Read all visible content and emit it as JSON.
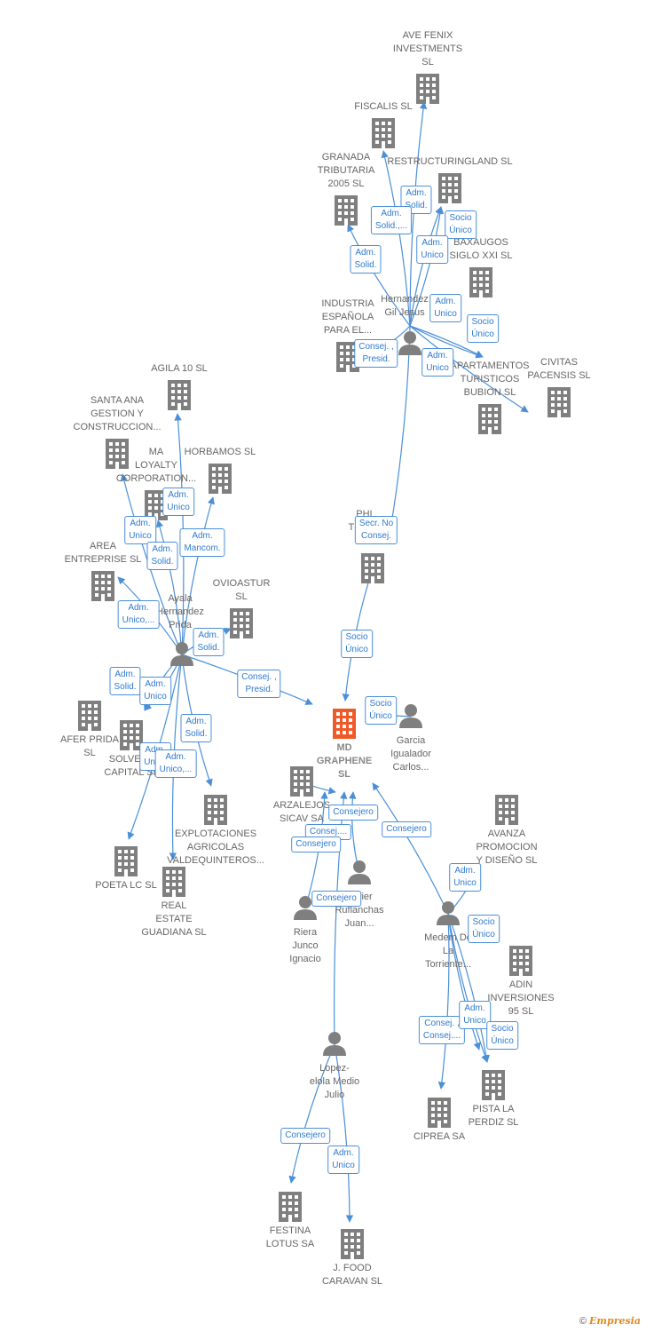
{
  "colors": {
    "edge": "#4a8fd8",
    "building": "#7f7f7f",
    "focus": "#f05a28",
    "person": "#7f7f7f"
  },
  "copyright": {
    "symbol": "©",
    "brand": "Empresia"
  },
  "nodes": [
    {
      "id": "ave",
      "kind": "company",
      "label": "AVE FENIX\nINVESTMENTS\nSL"
    },
    {
      "id": "fiscalis",
      "kind": "company",
      "label": "FISCALIS  SL"
    },
    {
      "id": "granada",
      "kind": "company",
      "label": "GRANADA\nTRIBUTARIA\n2005 SL"
    },
    {
      "id": "restructuring",
      "kind": "company",
      "label": "RESTRUCTURINGLAND SL"
    },
    {
      "id": "baxaugos",
      "kind": "company",
      "label": "BAXAUGOS\nSIGLO XXI SL"
    },
    {
      "id": "hernandez",
      "kind": "person",
      "label": "Hernandez\nGil Jesus"
    },
    {
      "id": "industria",
      "kind": "company",
      "label": "INDUSTRIA\nESPAÑOLA\nPARA EL..."
    },
    {
      "id": "apartamentos",
      "kind": "company",
      "label": "APARTAMENTOS\nTURISTICOS\nBUBION SL"
    },
    {
      "id": "civitas",
      "kind": "company",
      "label": "CIVITAS\nPACENSIS  SL"
    },
    {
      "id": "agila",
      "kind": "company",
      "label": "AGILA 10  SL"
    },
    {
      "id": "santaana",
      "kind": "company",
      "label": "SANTA ANA\nGESTION Y\nCONSTRUCCION..."
    },
    {
      "id": "maloyalty",
      "kind": "company",
      "label": "MA\nLOYALTY\nCORPORATION..."
    },
    {
      "id": "horbamos",
      "kind": "company",
      "label": "HORBAMOS SL"
    },
    {
      "id": "phl",
      "kind": "company",
      "label": "PHL\nTECH..."
    },
    {
      "id": "area",
      "kind": "company",
      "label": "AREA\nENTREPRISE SL"
    },
    {
      "id": "ayala",
      "kind": "person",
      "label": "Ayala\nHernandez\nPrida"
    },
    {
      "id": "ovioastur",
      "kind": "company",
      "label": "OVIOASTUR\nSL"
    },
    {
      "id": "md",
      "kind": "focus",
      "label": "MD\nGRAPHENE\nSL"
    },
    {
      "id": "garcia",
      "kind": "person",
      "label": "Garcia\nIgualador\nCarlos..."
    },
    {
      "id": "afer",
      "kind": "company",
      "label": "AFER PRIDA\nSL"
    },
    {
      "id": "solvent",
      "kind": "company",
      "label": "SOLVENT\nCAPITAL SL"
    },
    {
      "id": "arzalejos",
      "kind": "company",
      "label": "ARZALEJOS\nSICAV SA"
    },
    {
      "id": "avanza",
      "kind": "company",
      "label": "AVANZA\nPROMOCION\nY DISEÑO SL"
    },
    {
      "id": "explotaciones",
      "kind": "company",
      "label": "EXPLOTACIONES\nAGRICOLAS\nVALDEQUINTEROS..."
    },
    {
      "id": "poeta",
      "kind": "company",
      "label": "POETA LC  SL"
    },
    {
      "id": "javier",
      "kind": "person",
      "label": "Javier\nRuflanchas\nJuan..."
    },
    {
      "id": "real",
      "kind": "company",
      "label": "REAL\nESTATE\nGUADIANA  SL"
    },
    {
      "id": "riera",
      "kind": "person",
      "label": "Riera\nJunco\nIgnacio"
    },
    {
      "id": "medem",
      "kind": "person",
      "label": "Medem De\nLa\nTorriente..."
    },
    {
      "id": "adin",
      "kind": "company",
      "label": "ADIN\nINVERSIONES\n95 SL"
    },
    {
      "id": "lopez",
      "kind": "person",
      "label": "Lopez-\nelola Medio\nJulio"
    },
    {
      "id": "ciprea",
      "kind": "company",
      "label": "CIPREA SA"
    },
    {
      "id": "pista",
      "kind": "company",
      "label": "PISTA LA\nPERDIZ SL"
    },
    {
      "id": "festina",
      "kind": "company",
      "label": "FESTINA\nLOTUS SA"
    },
    {
      "id": "jfood",
      "kind": "company",
      "label": "J. FOOD\nCARAVAN SL"
    }
  ],
  "relations": [
    {
      "from": "hernandez",
      "to": "ave",
      "label": "Adm.\nSolid."
    },
    {
      "from": "hernandez",
      "to": "fiscalis",
      "label": "Adm.\nSolid.,..."
    },
    {
      "from": "hernandez",
      "to": "granada",
      "label": "Adm.\nSolid."
    },
    {
      "from": "hernandez",
      "to": "restructuring",
      "label": "Socio\nÚnico"
    },
    {
      "from": "hernandez",
      "to": "restructuring",
      "label": "Adm.\nUnico"
    },
    {
      "from": "hernandez",
      "to": "apartamentos",
      "label": "Adm.\nUnico"
    },
    {
      "from": "hernandez",
      "to": "apartamentos",
      "label": "Socio\nÚnico"
    },
    {
      "from": "hernandez",
      "to": "industria",
      "label": "Consej. ,\nPresid."
    },
    {
      "from": "hernandez",
      "to": "civitas",
      "label": "Adm.\nUnico"
    },
    {
      "from": "hernandez",
      "to": "phl",
      "label": "Secr.  No\nConsej."
    },
    {
      "from": "phl",
      "to": "md",
      "label": "Socio\nÚnico"
    },
    {
      "from": "ayala",
      "to": "agila",
      "label": "Adm.\nUnico"
    },
    {
      "from": "ayala",
      "to": "santaana",
      "label": "Adm.\nUnico"
    },
    {
      "from": "ayala",
      "to": "maloyalty",
      "label": "Adm.\nSolid."
    },
    {
      "from": "ayala",
      "to": "horbamos",
      "label": "Adm.\nMancom."
    },
    {
      "from": "ayala",
      "to": "area",
      "label": "Adm.\nUnico,..."
    },
    {
      "from": "ayala",
      "to": "ovioastur",
      "label": "Adm.\nSolid."
    },
    {
      "from": "ayala",
      "to": "md",
      "label": "Consej. ,\nPresid."
    },
    {
      "from": "ayala",
      "to": "afer",
      "label": "Adm.\nSolid."
    },
    {
      "from": "ayala",
      "to": "afer",
      "label": "Adm.\nUnico"
    },
    {
      "from": "ayala",
      "to": "explotaciones",
      "label": "Adm.\nSolid."
    },
    {
      "from": "ayala",
      "to": "poeta",
      "label": "Adm.\nUnico"
    },
    {
      "from": "ayala",
      "to": "real",
      "label": "Adm.\nUnico,..."
    },
    {
      "from": "garcia",
      "to": "md",
      "label": "Socio\nÚnico"
    },
    {
      "from": "javier",
      "to": "md",
      "label": "Consejero"
    },
    {
      "from": "riera",
      "to": "md",
      "label": "Consejero"
    },
    {
      "from": "arzalejos",
      "to": "md",
      "label": "Consej...."
    },
    {
      "from": "medem",
      "to": "md",
      "label": "Consejero"
    },
    {
      "from": "lopez",
      "to": "md",
      "label": "Consejero"
    },
    {
      "from": "medem",
      "to": "avanza",
      "label": "Adm.\nUnico"
    },
    {
      "from": "medem",
      "to": "adin",
      "label": "Socio\nÚnico"
    },
    {
      "from": "medem",
      "to": "ciprea",
      "label": "Consej. ,\nConsej...."
    },
    {
      "from": "medem",
      "to": "pista",
      "label": "Adm.\nUnico"
    },
    {
      "from": "medem",
      "to": "pista",
      "label": "Socio\nÚnico"
    },
    {
      "from": "lopez",
      "to": "festina",
      "label": "Consejero"
    },
    {
      "from": "lopez",
      "to": "jfood",
      "label": "Adm.\nUnico"
    }
  ]
}
